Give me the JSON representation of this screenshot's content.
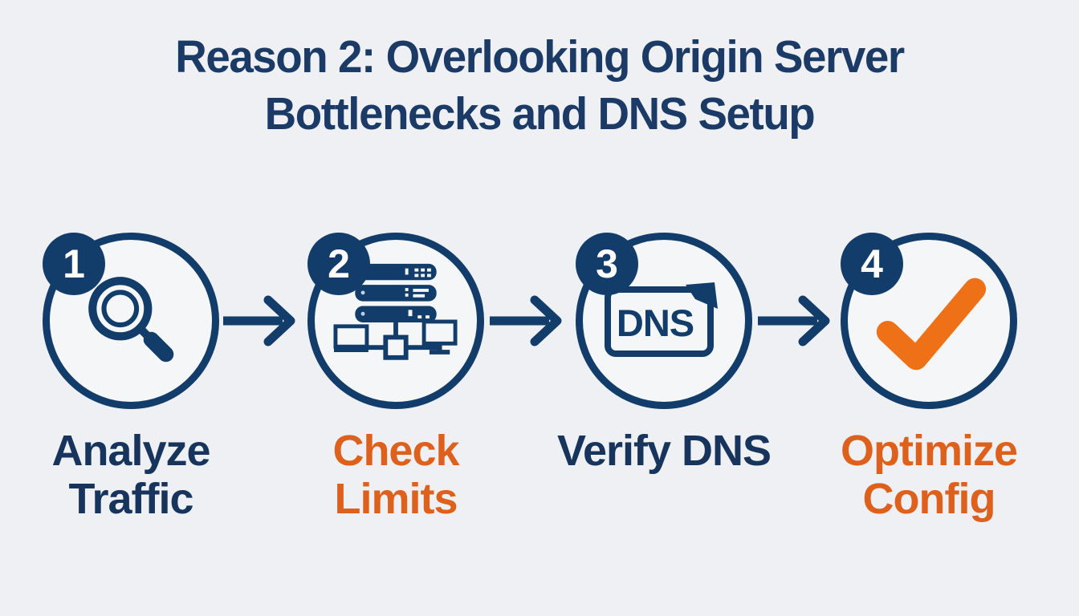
{
  "title": {
    "line1": "Reason 2: Overlooking Origin Server",
    "line2": "Bottlenecks and DNS Setup"
  },
  "colors": {
    "navy_icon": "#123c6a",
    "navy_title": "#1c3a66",
    "navy_label": "#17345c",
    "orange_label": "#dd611d",
    "orange_check": "#ee7118",
    "background": "#eef0f3",
    "circle_fill": "#f4f6f8"
  },
  "steps": [
    {
      "number": "1",
      "icon": "magnifier-icon",
      "label_lines": [
        "Analyze",
        "Traffic"
      ],
      "label_color": "navy"
    },
    {
      "number": "2",
      "icon": "server-network-icon",
      "label_lines": [
        "Check",
        "Limits"
      ],
      "label_color": "orange"
    },
    {
      "number": "3",
      "icon": "dns-tag-icon",
      "icon_text": "DNS",
      "label_lines": [
        "Verify DNS"
      ],
      "label_color": "navy"
    },
    {
      "number": "4",
      "icon": "checkmark-icon",
      "label_lines": [
        "Optimize",
        "Config"
      ],
      "label_color": "orange"
    }
  ]
}
